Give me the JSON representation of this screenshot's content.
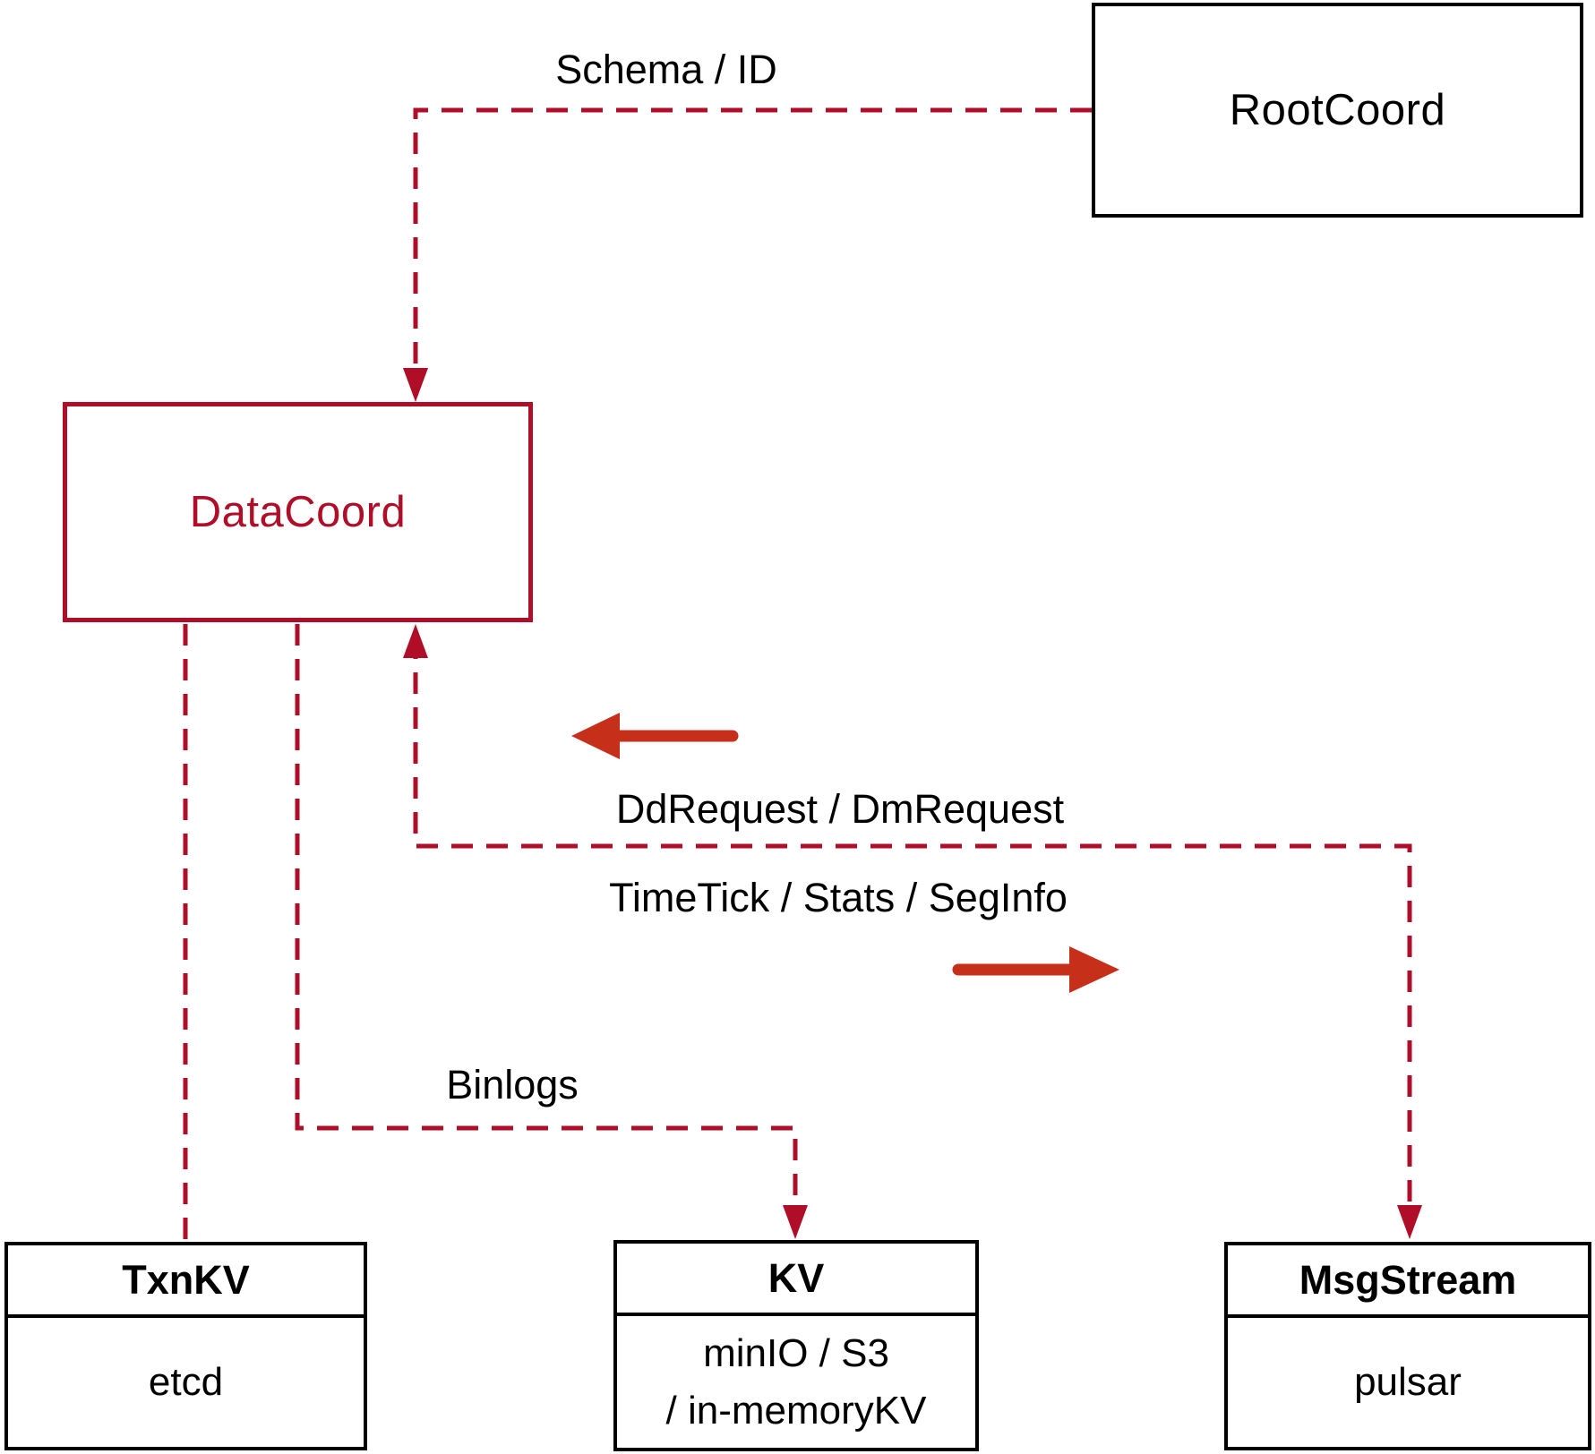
{
  "diagram": {
    "nodes": {
      "rootcoord": {
        "label": "RootCoord"
      },
      "datacoord": {
        "label": "DataCoord"
      },
      "txnkv": {
        "title": "TxnKV",
        "details": [
          "etcd"
        ]
      },
      "kv": {
        "title": "KV",
        "details": [
          "minIO / S3",
          "/ in-memoryKV"
        ]
      },
      "msgstream": {
        "title": "MsgStream",
        "details": [
          "pulsar"
        ]
      }
    },
    "edge_labels": {
      "schema_id": "Schema / ID",
      "dd_dm_request": "DdRequest / DmRequest",
      "timetick_stats_seginfo": "TimeTick / Stats / SegInfo",
      "binlogs": "Binlogs"
    },
    "colors": {
      "connector_dashed_red": "#b00e28",
      "solid_arrow_red": "#c6301b",
      "box_border_black": "#000000",
      "text_black": "#000000",
      "datacoord_red": "#b00e28",
      "background": "#ffffff"
    }
  }
}
